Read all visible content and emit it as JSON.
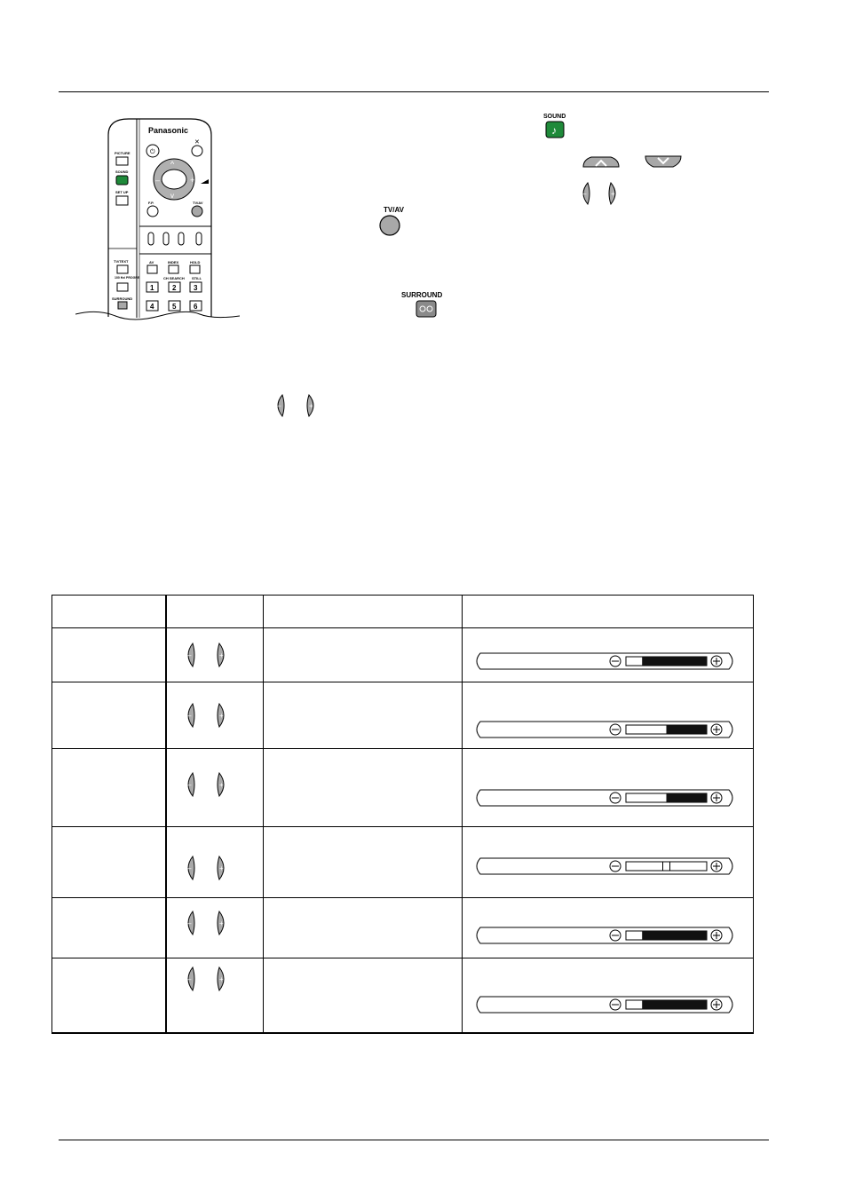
{
  "remote": {
    "brand": "Panasonic",
    "left_labels": [
      "PICTURE",
      "SOUND",
      "SET UP"
    ],
    "lower_left_labels": [
      "TV/TEXT",
      "100 Hz/ PROGRE",
      "SURROUND"
    ],
    "right_button_label": "TV/AV",
    "bottom_left_button_label": "F.P.",
    "function_labels": [
      "AV",
      "INDEX",
      "HOLD"
    ],
    "function_sub_labels": [
      "CH SEARCH",
      "STILL"
    ],
    "number_keys": [
      "1",
      "2",
      "3",
      "4",
      "5",
      "6"
    ]
  },
  "inline_buttons": {
    "sound": "SOUND",
    "tvav": "TV/AV",
    "surround": "SURROUND"
  },
  "table": {
    "rows": [
      {
        "level": 0.2
      },
      {
        "level": 0.5
      },
      {
        "level": 0.5
      },
      {
        "level": 0.5,
        "style": "center"
      },
      {
        "level": 0.2
      },
      {
        "level": 0.2
      }
    ]
  },
  "colors": {
    "green_button": "#1f8a3a",
    "grey_button": "#a8a8a8",
    "bar_fill": "#111111"
  }
}
